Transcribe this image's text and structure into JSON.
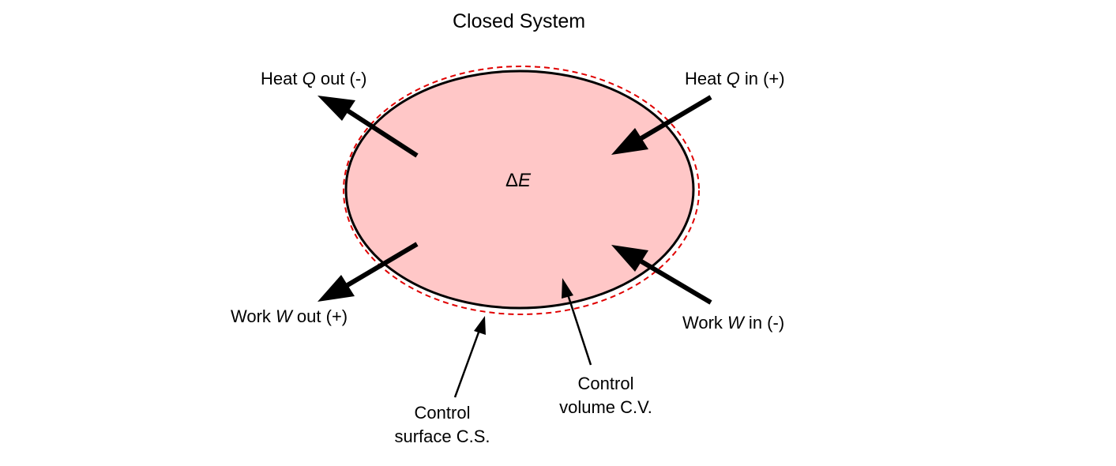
{
  "title": "Closed System",
  "energy": {
    "symbol": "Δ",
    "variable": "E"
  },
  "labels": {
    "heat_out": {
      "prefix": "Heat ",
      "var": "Q",
      "suffix": " out (-)"
    },
    "heat_in": {
      "prefix": "Heat ",
      "var": "Q",
      "suffix": " in (+)"
    },
    "work_out": {
      "prefix": "Work ",
      "var": "W",
      "suffix": " out (+)"
    },
    "work_in": {
      "prefix": "Work ",
      "var": "W",
      "suffix": " in (-)"
    },
    "control_volume": {
      "line1": "Control",
      "line2": "volume C.V."
    },
    "control_surface": {
      "line1": "Control",
      "line2": "surface C.S."
    }
  },
  "colors": {
    "system_fill": "#ffc7c7",
    "boundary_stroke": "#000000",
    "control_surface_stroke": "#e00000",
    "arrow": "#000000"
  }
}
